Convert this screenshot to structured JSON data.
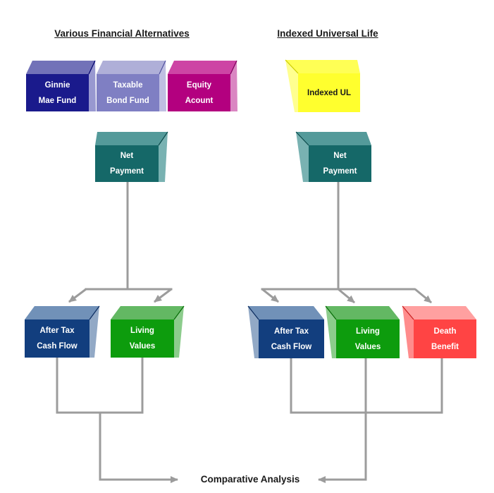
{
  "headings": {
    "left": "Various Financial Alternatives",
    "right": "Indexed Universal Life"
  },
  "footer": {
    "label": "Comparative Analysis"
  },
  "connectors": {
    "color": "#9c9c9c"
  },
  "boxes": {
    "ginnie": {
      "label": "Ginnie\nMae Fund",
      "front": "#1a1a8c",
      "top": "#7272b8",
      "side": "#9898d0",
      "edge": "#00006b",
      "text_color": "#ffffff"
    },
    "taxable": {
      "label": "Taxable\nBond Fund",
      "front": "#7f7fc3",
      "top": "#afafd8",
      "side": "#bfbfe2",
      "edge": "#50509e",
      "text_color": "#ffffff"
    },
    "equity": {
      "label": "Equity\nAcount",
      "front": "#b3007f",
      "top": "#cd44a4",
      "side": "#da86c2",
      "edge": "#80005c",
      "text_color": "#ffffff"
    },
    "indexed": {
      "label": "Indexed UL",
      "front": "#ffff2e",
      "top": "#ffff55",
      "side": "#ffff90",
      "edge": "#cccc00",
      "text_color": "#1a1a1a"
    },
    "net_l": {
      "label": "Net\nPayment",
      "front": "#156868",
      "top": "#549a9a",
      "side": "#79b2b2",
      "edge": "#0b4b4b",
      "text_color": "#ffffff"
    },
    "net_r": {
      "label": "Net\nPayment",
      "front": "#156868",
      "top": "#549a9a",
      "side": "#79b2b2",
      "edge": "#0b4b4b",
      "text_color": "#ffffff"
    },
    "atax_l": {
      "label": "After Tax\nCash Flow",
      "front": "#123e7e",
      "top": "#7191b8",
      "side": "#92a9c6",
      "edge": "#0a2a5e",
      "text_color": "#ffffff"
    },
    "living_l": {
      "label": "Living\nValues",
      "front": "#0d9c0d",
      "top": "#63b863",
      "side": "#8ccc8c",
      "edge": "#056b05",
      "text_color": "#ffffff"
    },
    "atax_r": {
      "label": "After Tax\nCash Flow",
      "front": "#123e7e",
      "top": "#7191b8",
      "side": "#92a9c6",
      "edge": "#0a2a5e",
      "text_color": "#ffffff"
    },
    "living_r": {
      "label": "Living\nValues",
      "front": "#0d9c0d",
      "top": "#63b863",
      "side": "#8ccc8c",
      "edge": "#056b05",
      "text_color": "#ffffff"
    },
    "death": {
      "label": "Death\nBenefit",
      "front": "#ff4444",
      "top": "#ffa0a0",
      "side": "#ff8c8c",
      "edge": "#c81e1e",
      "text_color": "#ffffff"
    }
  }
}
